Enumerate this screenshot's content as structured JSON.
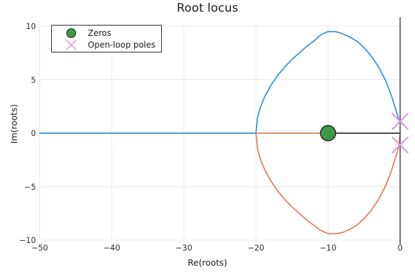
{
  "chart_data": {
    "type": "line",
    "title": "Root locus",
    "xlabel": "Re(roots)",
    "ylabel": "Im(roots)",
    "xlim": [
      -50,
      0
    ],
    "ylim": [
      -10,
      10
    ],
    "grid": true,
    "xticks": [
      -50,
      -40,
      -30,
      -20,
      -10,
      0
    ],
    "xticklabels": [
      "−50",
      "−40",
      "−30",
      "−20",
      "−10",
      "0"
    ],
    "yticks": [
      -10,
      -5,
      0,
      5,
      10
    ],
    "yticklabels": [
      "−10",
      "−5",
      "0",
      "5",
      "10"
    ],
    "legend": {
      "position": "upper-left",
      "entries": [
        {
          "label": "Zeros",
          "marker": "filled-circle",
          "color": "#3a9a48"
        },
        {
          "label": "Open-loop poles",
          "marker": "cross-x",
          "color": "#d9a2e0"
        }
      ]
    },
    "series": [
      {
        "name": "locus-branch-upper",
        "color": "#2e8fd4",
        "description": "Real-axis segment from -50 to -20, then circular arc above axis from -20 to 0",
        "points": [
          [
            -50.0,
            0.0
          ],
          [
            -40.0,
            0.0
          ],
          [
            -30.0,
            0.0
          ],
          [
            -22.0,
            0.0
          ],
          [
            -20.0,
            0.0
          ],
          [
            -19.8,
            1.4
          ],
          [
            -19.4,
            2.4
          ],
          [
            -18.8,
            3.4
          ],
          [
            -18.0,
            4.4
          ],
          [
            -17.0,
            5.4
          ],
          [
            -16.0,
            6.2
          ],
          [
            -15.0,
            6.9
          ],
          [
            -14.0,
            7.5
          ],
          [
            -13.0,
            8.1
          ],
          [
            -12.0,
            8.6
          ],
          [
            -11.0,
            9.2
          ],
          [
            -10.0,
            9.5
          ],
          [
            -9.0,
            9.5
          ],
          [
            -8.0,
            9.3
          ],
          [
            -7.0,
            9.0
          ],
          [
            -6.0,
            8.6
          ],
          [
            -5.0,
            8.0
          ],
          [
            -4.0,
            7.2
          ],
          [
            -3.0,
            6.2
          ],
          [
            -2.0,
            4.9
          ],
          [
            -1.2,
            3.5
          ],
          [
            -0.6,
            2.2
          ],
          [
            -0.2,
            1.3
          ],
          [
            0.0,
            1.0
          ]
        ]
      },
      {
        "name": "locus-branch-lower",
        "color": "#e8755a",
        "description": "Real-axis segment from -20 to 0, then circular arc below axis from -20 to 0",
        "points": [
          [
            -20.0,
            0.0
          ],
          [
            -15.0,
            0.0
          ],
          [
            -10.0,
            0.0
          ],
          [
            -5.0,
            0.0
          ],
          [
            -0.6,
            0.0
          ],
          [
            0.0,
            0.0
          ],
          [
            -0.2,
            -1.3
          ],
          [
            -0.6,
            -2.2
          ],
          [
            -1.2,
            -3.5
          ],
          [
            -2.0,
            -4.9
          ],
          [
            -3.0,
            -6.2
          ],
          [
            -4.0,
            -7.2
          ],
          [
            -5.0,
            -8.0
          ],
          [
            -6.0,
            -8.6
          ],
          [
            -7.0,
            -9.0
          ],
          [
            -8.0,
            -9.3
          ],
          [
            -9.0,
            -9.4
          ],
          [
            -10.0,
            -9.4
          ],
          [
            -11.0,
            -9.1
          ],
          [
            -12.0,
            -8.6
          ],
          [
            -13.0,
            -8.1
          ],
          [
            -14.0,
            -7.5
          ],
          [
            -15.0,
            -6.9
          ],
          [
            -16.0,
            -6.2
          ],
          [
            -17.0,
            -5.4
          ],
          [
            -18.0,
            -4.4
          ],
          [
            -18.8,
            -3.4
          ],
          [
            -19.4,
            -2.4
          ],
          [
            -19.8,
            -1.4
          ],
          [
            -20.0,
            0.0
          ]
        ]
      },
      {
        "name": "real-axis-line",
        "color": "#3b3b3b",
        "description": "Black real axis segment drawn between the zero and the origin",
        "points": [
          [
            -10.0,
            0.0
          ],
          [
            0.0,
            0.0
          ]
        ]
      }
    ],
    "markers": {
      "zeros": {
        "label": "Zeros",
        "marker": "filled-circle",
        "color": "#3a9a48",
        "edge_color": "#1a1a1a",
        "points": [
          [
            -10.0,
            0.0
          ]
        ]
      },
      "open_loop_poles": {
        "label": "Open-loop poles",
        "marker": "cross-x",
        "color": "#d9a2e0",
        "points": [
          [
            0.0,
            1.1
          ],
          [
            0.0,
            -1.1
          ]
        ]
      }
    },
    "axis_lines": {
      "vertical_zero_axis_color": "#4a4a4a",
      "grid_color": "#e9e9e9"
    }
  }
}
